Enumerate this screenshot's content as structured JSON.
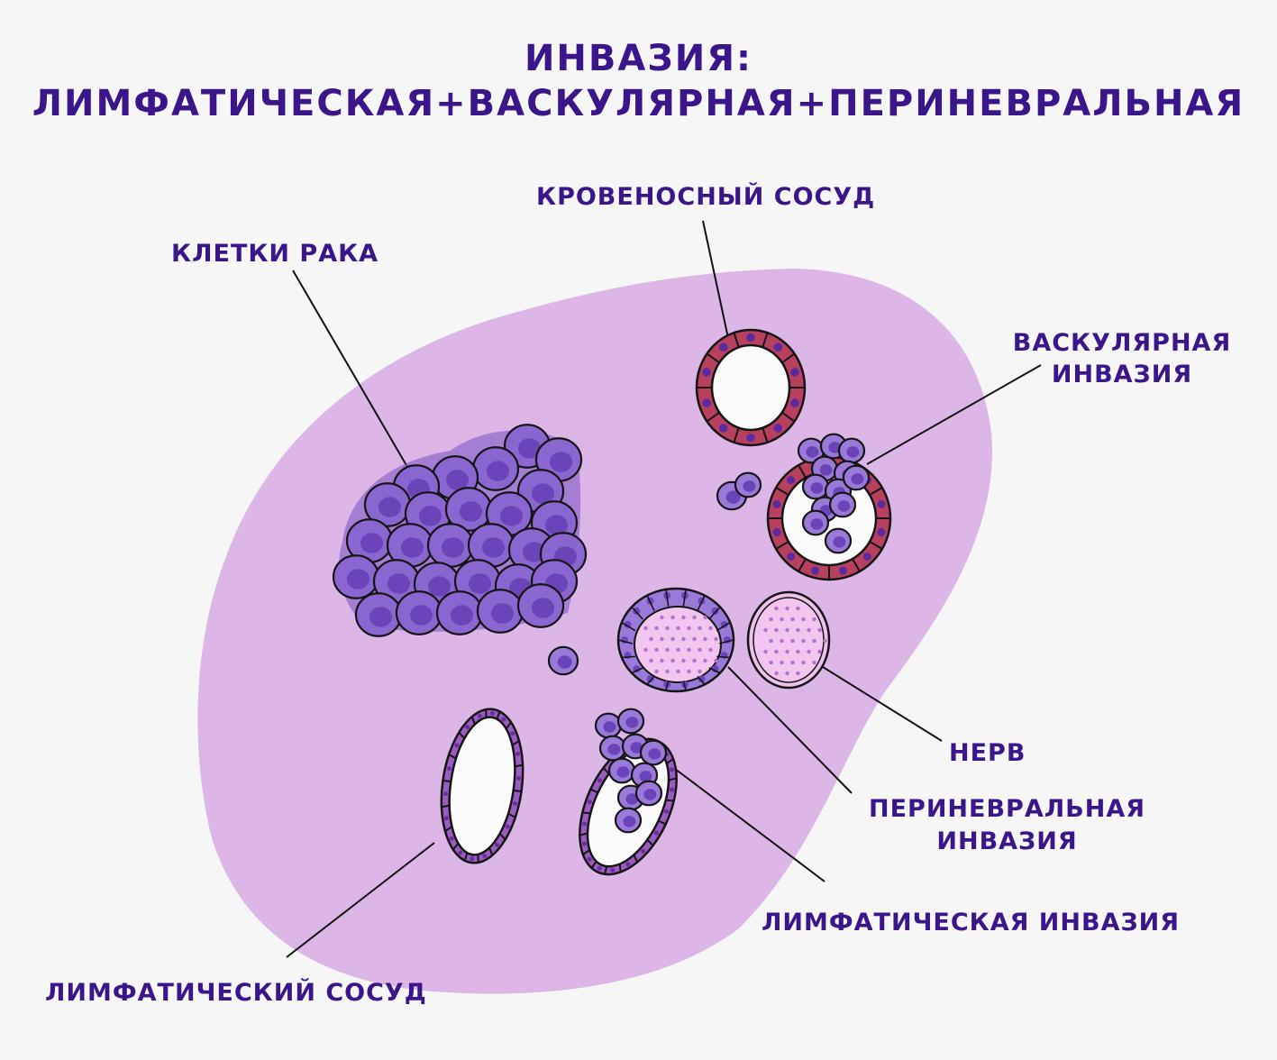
{
  "title": {
    "line1": "ИНВАЗИЯ:",
    "line2": "ЛИМФАТИЧЕСКАЯ+ВАСКУЛЯРНАЯ+ПЕРИНЕВРАЛЬНАЯ"
  },
  "labels": {
    "blood_vessel": "КРОВЕНОСНЫЙ СОСУД",
    "cancer_cells": "КЛЕТКИ РАКА",
    "vascular_invasion_1": "ВАСКУЛЯРНАЯ",
    "vascular_invasion_2": "ИНВАЗИЯ",
    "nerve": "НЕРВ",
    "perineural_invasion_1": "ПЕРИНЕВРАЛЬНАЯ",
    "perineural_invasion_2": "ИНВАЗИЯ",
    "lymphatic_invasion": "ЛИМФАТИЧЕСКАЯ ИНВАЗИЯ",
    "lymphatic_vessel": "ЛИМФАТИЧЕСКИЙ СОСУД"
  },
  "colors": {
    "text": "#3a168a",
    "tissue": "#dcb6e6",
    "cancer_cell": "#8a66d0",
    "cancer_nucleus": "#6a44b8",
    "vessel_wall": "#b8405f",
    "vessel_nucleus": "#5b2aa0",
    "nerve": "#f2c6ee",
    "lymph_wall": "#9a5cc0"
  }
}
